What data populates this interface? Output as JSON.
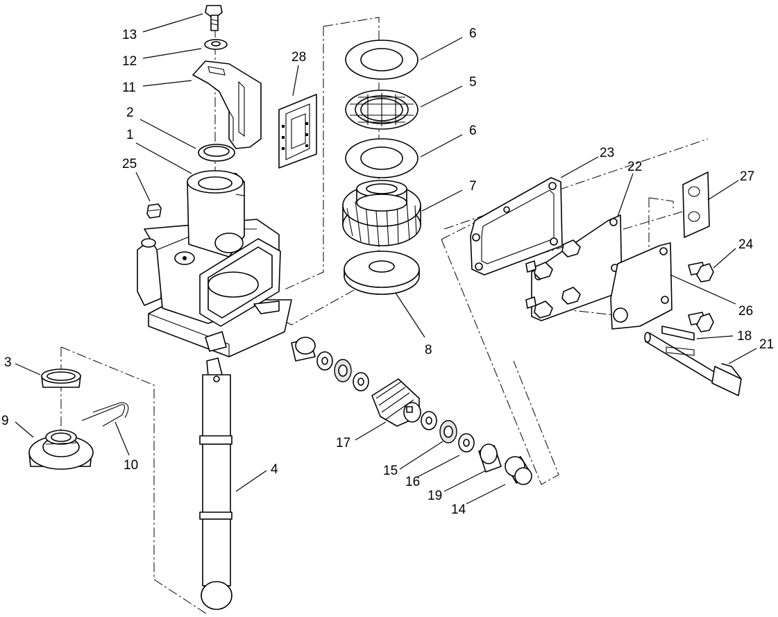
{
  "diagram": {
    "callouts": [
      {
        "id": "c13",
        "label": "13"
      },
      {
        "id": "c12",
        "label": "12"
      },
      {
        "id": "c11",
        "label": "11"
      },
      {
        "id": "c2",
        "label": "2"
      },
      {
        "id": "c1",
        "label": "1"
      },
      {
        "id": "c25",
        "label": "25"
      },
      {
        "id": "c28",
        "label": "28"
      },
      {
        "id": "c6a",
        "label": "6"
      },
      {
        "id": "c5",
        "label": "5"
      },
      {
        "id": "c6b",
        "label": "6"
      },
      {
        "id": "c7",
        "label": "7"
      },
      {
        "id": "c8",
        "label": "8"
      },
      {
        "id": "c23",
        "label": "23"
      },
      {
        "id": "c22",
        "label": "22"
      },
      {
        "id": "c27",
        "label": "27"
      },
      {
        "id": "c24",
        "label": "24"
      },
      {
        "id": "c26",
        "label": "26"
      },
      {
        "id": "c18",
        "label": "18"
      },
      {
        "id": "c21",
        "label": "21"
      },
      {
        "id": "c3",
        "label": "3"
      },
      {
        "id": "c9",
        "label": "9"
      },
      {
        "id": "c10",
        "label": "10"
      },
      {
        "id": "c4",
        "label": "4"
      },
      {
        "id": "c17",
        "label": "17"
      },
      {
        "id": "c15",
        "label": "15"
      },
      {
        "id": "c16",
        "label": "16"
      },
      {
        "id": "c19",
        "label": "19"
      },
      {
        "id": "c14",
        "label": "14"
      }
    ]
  }
}
